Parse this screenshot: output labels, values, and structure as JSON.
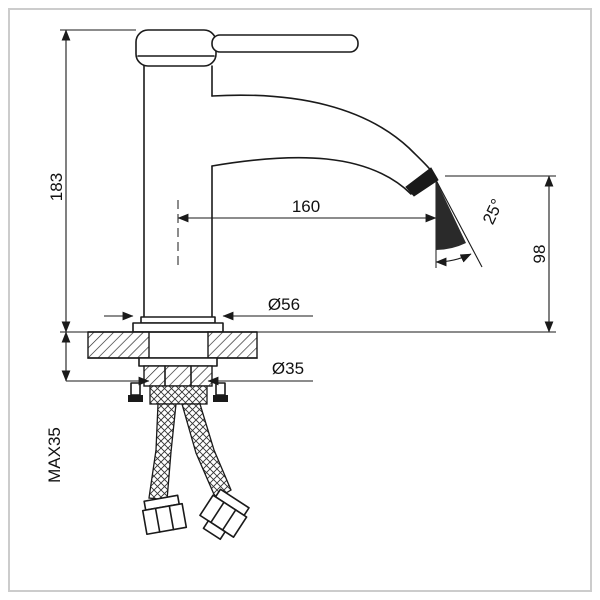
{
  "labels": {
    "height": "183",
    "reach": "160",
    "angle": "25°",
    "outlet_height": "98",
    "base_diameter": "Ø56",
    "shank_diameter": "Ø35",
    "max_thickness": "MAX35"
  },
  "colors": {
    "line": "#1a1a1a",
    "border": "#cccccc",
    "background": "#ffffff"
  }
}
